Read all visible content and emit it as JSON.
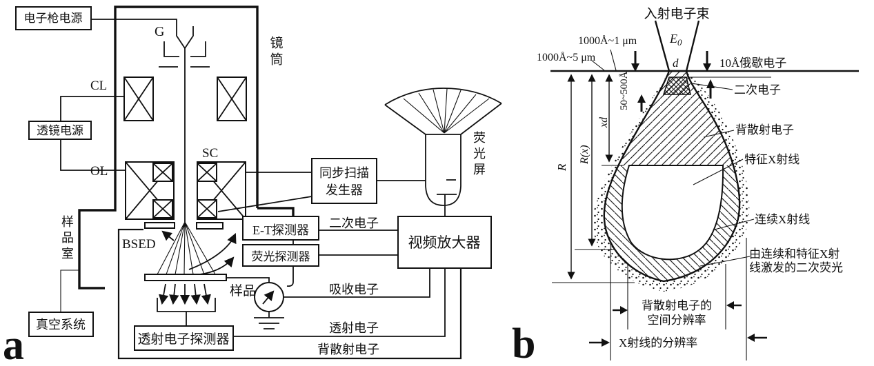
{
  "a": {
    "letter": "a",
    "gun_power": "电子枪电源",
    "g": "G",
    "column": "镜筒",
    "cl": "CL",
    "lens_power": "透镜电源",
    "ol": "OL",
    "sc": "SC",
    "scan_gen_1": "同步扫描",
    "scan_gen_2": "发生器",
    "screen": "荧光屏",
    "et_detector": "E-T探测器",
    "secondary": "二次电子",
    "fluor_detector": "荧光探测器",
    "video_amp": "视频放大器",
    "bsed": "BSED",
    "sample": "样品",
    "chamber": "样品室",
    "absorbed": "吸收电子",
    "vacuum": "真空系统",
    "tem_detector": "透射电子探测器",
    "transmitted": "透射电子",
    "backscattered": "背散射电子"
  },
  "b": {
    "letter": "b",
    "incident": "入射电子束",
    "e0_base": "E",
    "e0_sub": "0",
    "range_xray": "1000Å~1 μm",
    "range_electron": "1000Å~5 μm",
    "d": "d",
    "auger": "10Å俄歇电子",
    "secondary": "二次电子",
    "se_depth": "50~500Å",
    "xd": "xd",
    "rx": "R(x)",
    "r": "R",
    "bse": "背散射电子",
    "char_xray": "特征X射线",
    "cont_xray": "连续X射线",
    "fluor_1": "由连续和特征X射",
    "fluor_2": "线激发的二次荧光",
    "bse_res_1": "背散射电子的",
    "bse_res_2": "空间分辨率",
    "xray_res": "X射线的分辨率"
  }
}
